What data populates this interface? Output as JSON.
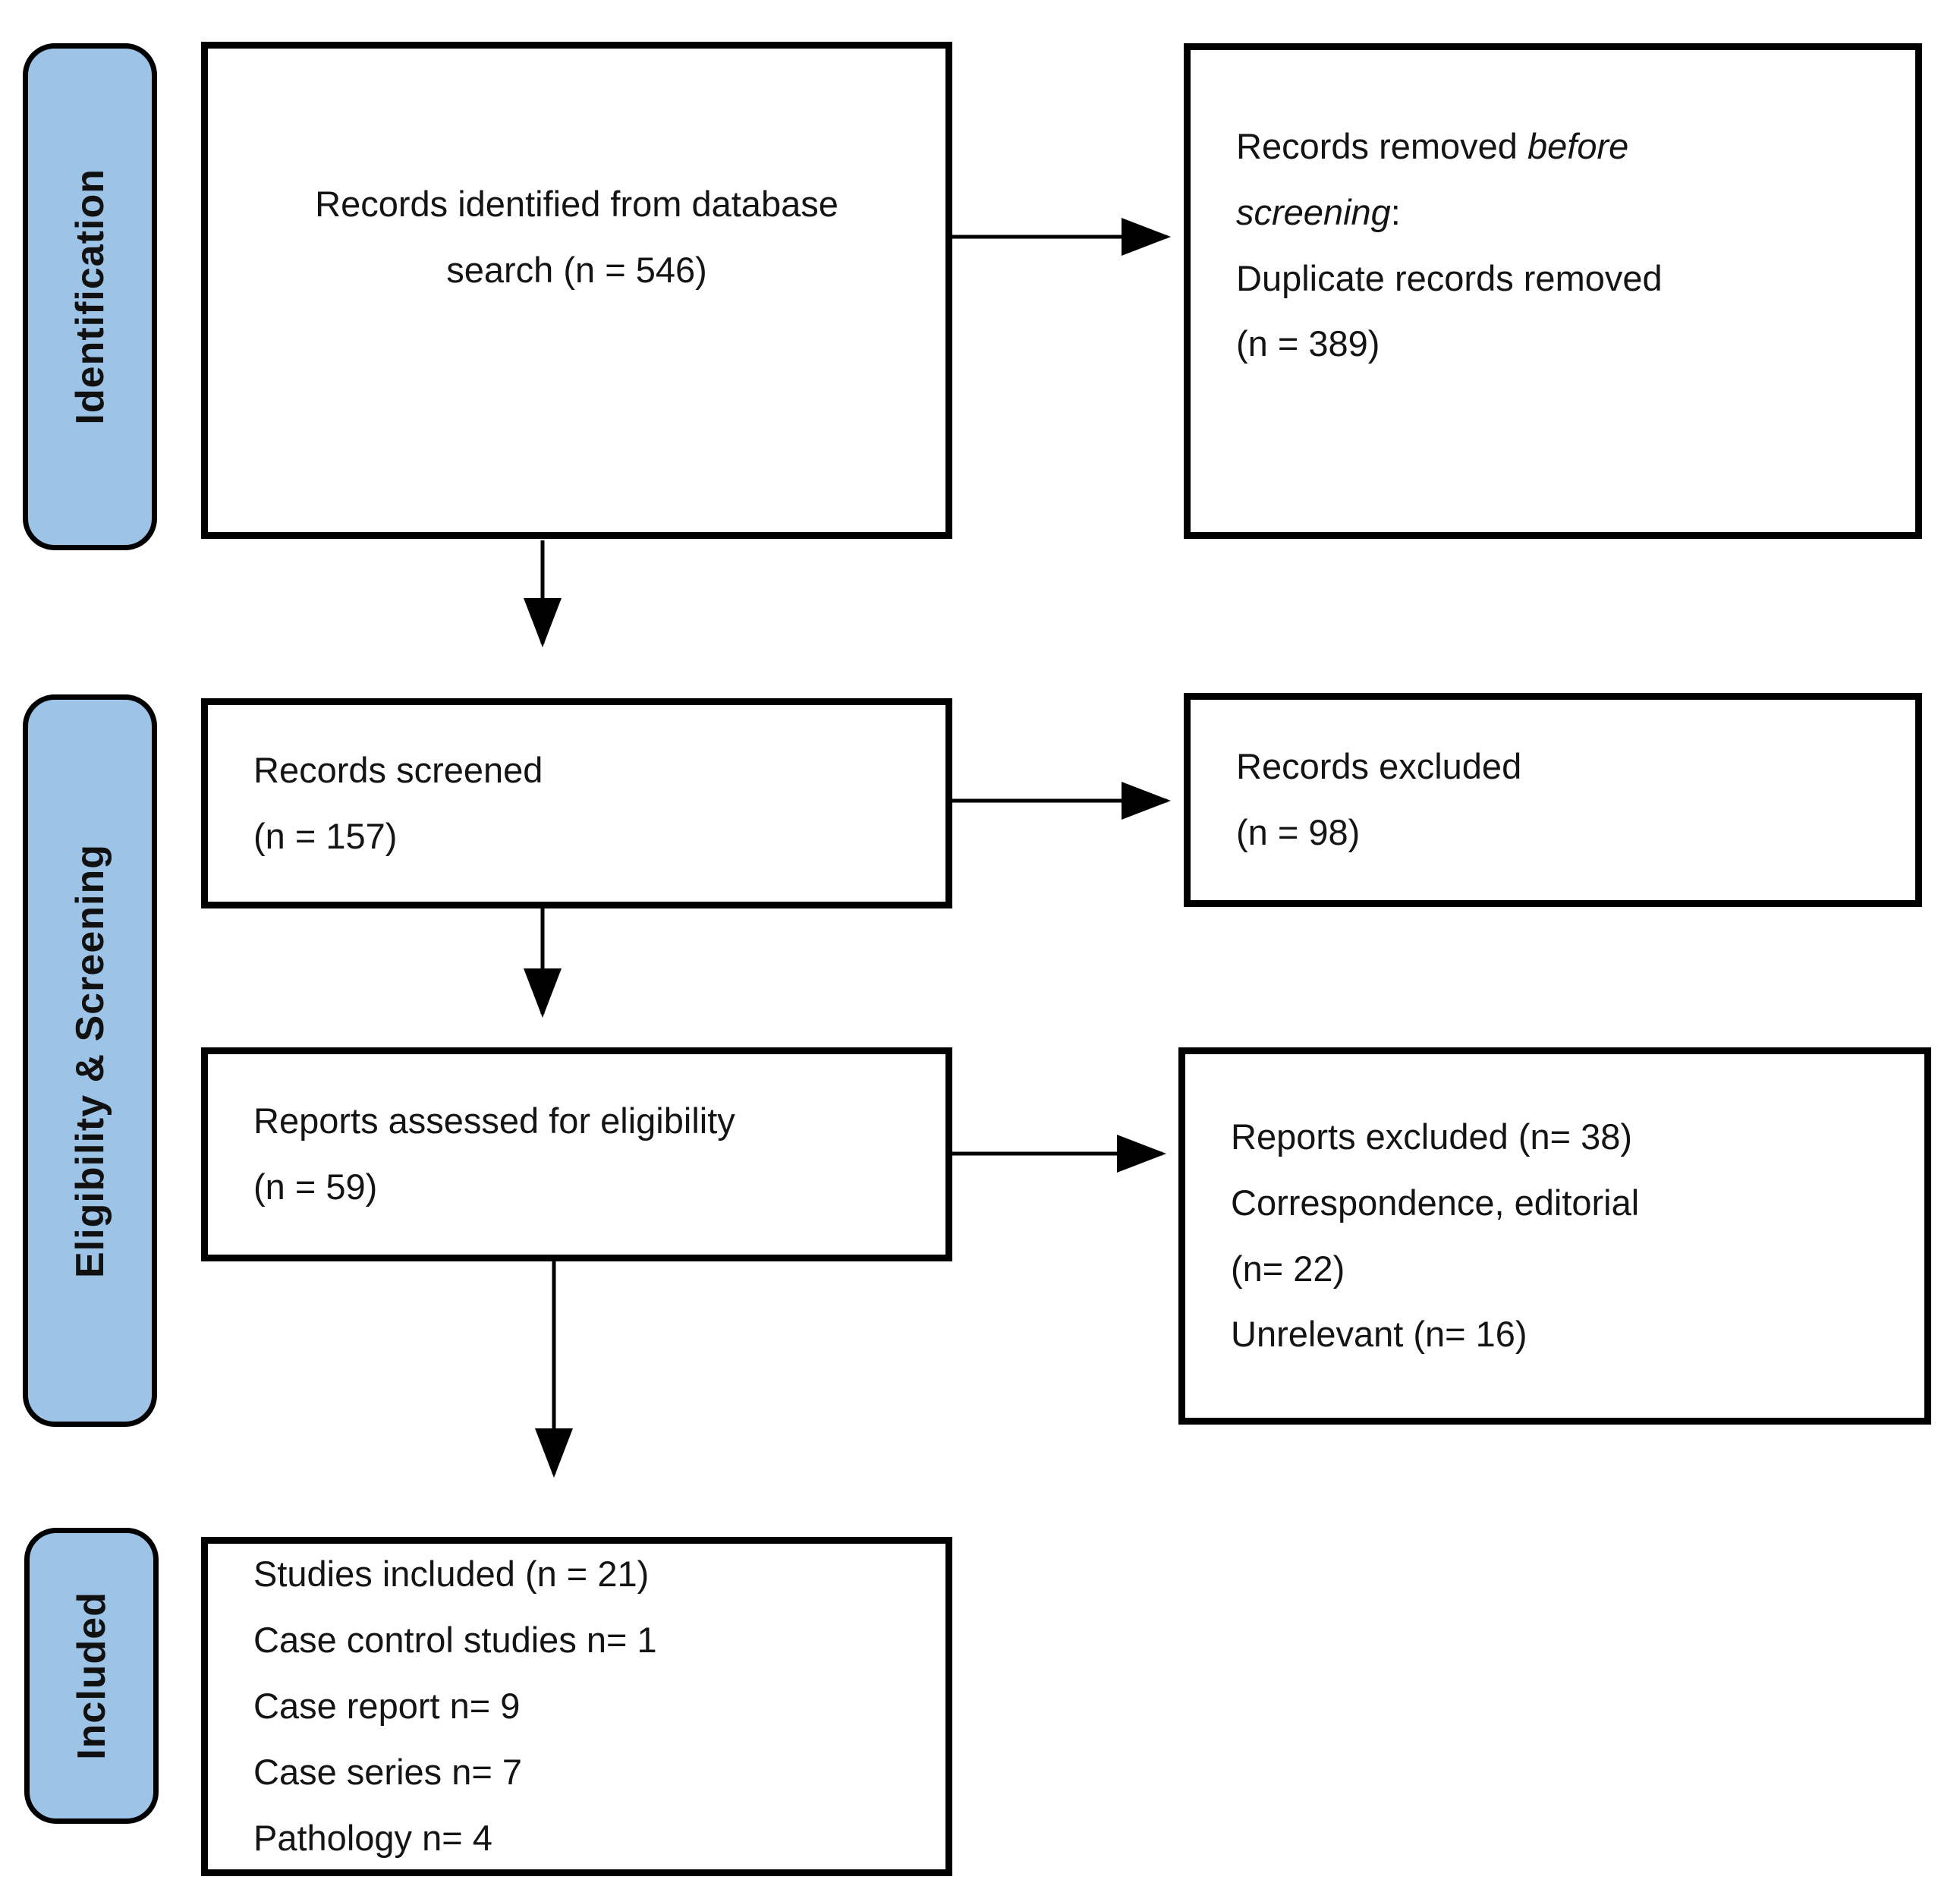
{
  "diagram": {
    "title_hint": "PRISMA flow diagram",
    "colors": {
      "stage_fill": "#9DC3E6",
      "stage_border": "#000000",
      "box_fill": "#FFFFFF",
      "box_border": "#000000",
      "arrow": "#000000"
    },
    "stages": [
      {
        "label": "Identification"
      },
      {
        "label": "Eligibility & Screening"
      },
      {
        "label": "Included"
      }
    ],
    "main_boxes": {
      "identified": {
        "lines": [
          "Records identified from database",
          "search (n = 546)"
        ]
      },
      "screened": {
        "lines": [
          "Records screened",
          "(n = 157)"
        ]
      },
      "assessed": {
        "lines": [
          "Reports assessed for eligibility",
          "(n = 59)"
        ]
      },
      "included": {
        "lines": [
          "Studies included (n = 21)",
          "Case control studies n= 1",
          "Case report n= 9",
          "Case series n= 7",
          "Pathology n= 4"
        ]
      }
    },
    "side_boxes": {
      "removed": {
        "line1": {
          "normal": "Records removed ",
          "italic": "before"
        },
        "line2": {
          "italic": "screening",
          "normal": ":"
        },
        "line3": "Duplicate records removed",
        "line4": "(n = 389)"
      },
      "excluded_records": {
        "lines": [
          "Records excluded",
          "(n = 98)"
        ]
      },
      "excluded_reports": {
        "lines": [
          "Reports excluded (n= 38)",
          "Correspondence, editorial",
          "(n= 22)",
          "Unrelevant (n= 16)"
        ]
      }
    }
  }
}
